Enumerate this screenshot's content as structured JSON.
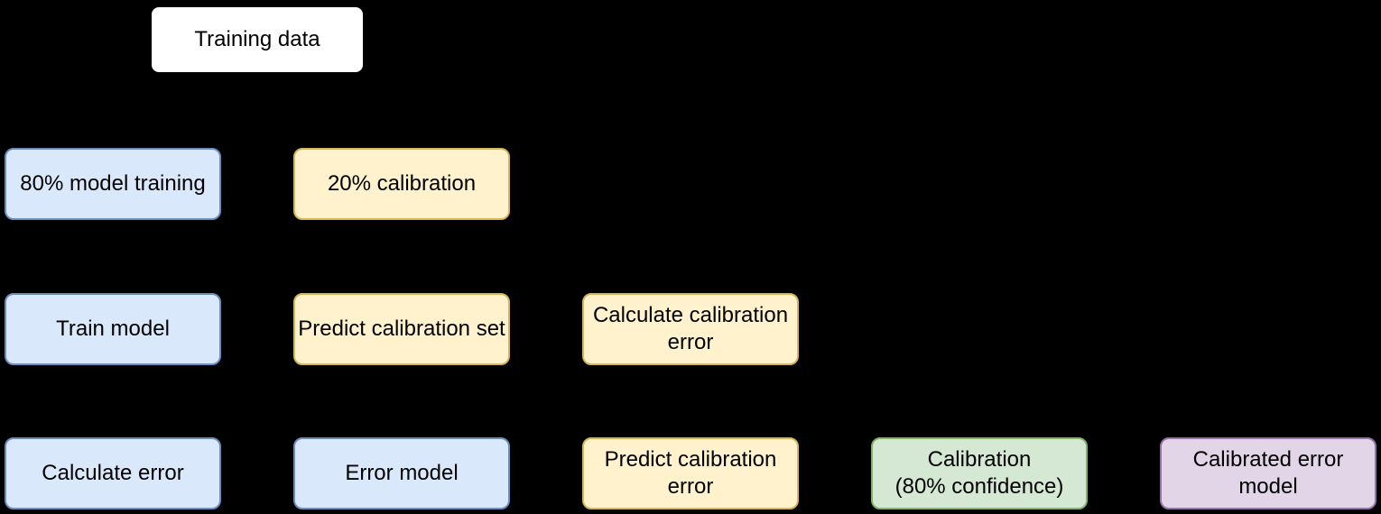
{
  "diagram": {
    "background_color": "#000000",
    "text_color": "#000000",
    "palette": {
      "white_fill": "#ffffff",
      "white_border": "#000000",
      "blue_fill": "#dae8fc",
      "blue_border": "#6c8ebf",
      "yellow_fill": "#fff2cc",
      "yellow_border": "#d6b656",
      "green_fill": "#d5e8d4",
      "green_border": "#82b366",
      "purple_fill": "#e1d5e7",
      "purple_border": "#9673a6"
    },
    "nodes": [
      {
        "id": "training-data",
        "label": "Training data",
        "color": "white"
      },
      {
        "id": "model-training-80",
        "label": "80% model training",
        "color": "blue"
      },
      {
        "id": "calibration-20",
        "label": "20% calibration",
        "color": "yellow"
      },
      {
        "id": "train-model",
        "label": "Train model",
        "color": "blue"
      },
      {
        "id": "predict-calibration-set",
        "label": "Predict calibration set",
        "color": "yellow"
      },
      {
        "id": "calculate-calibration-error",
        "label": "Calculate calibration\nerror",
        "color": "yellow"
      },
      {
        "id": "calculate-error",
        "label": "Calculate error",
        "color": "blue"
      },
      {
        "id": "error-model",
        "label": "Error model",
        "color": "blue"
      },
      {
        "id": "predict-calibration-error",
        "label": "Predict calibration\nerror",
        "color": "yellow"
      },
      {
        "id": "calibration-80-confidence",
        "label": "Calibration\n(80% confidence)",
        "color": "green"
      },
      {
        "id": "calibrated-error-model",
        "label": "Calibrated error\nmodel",
        "color": "purple"
      }
    ]
  }
}
